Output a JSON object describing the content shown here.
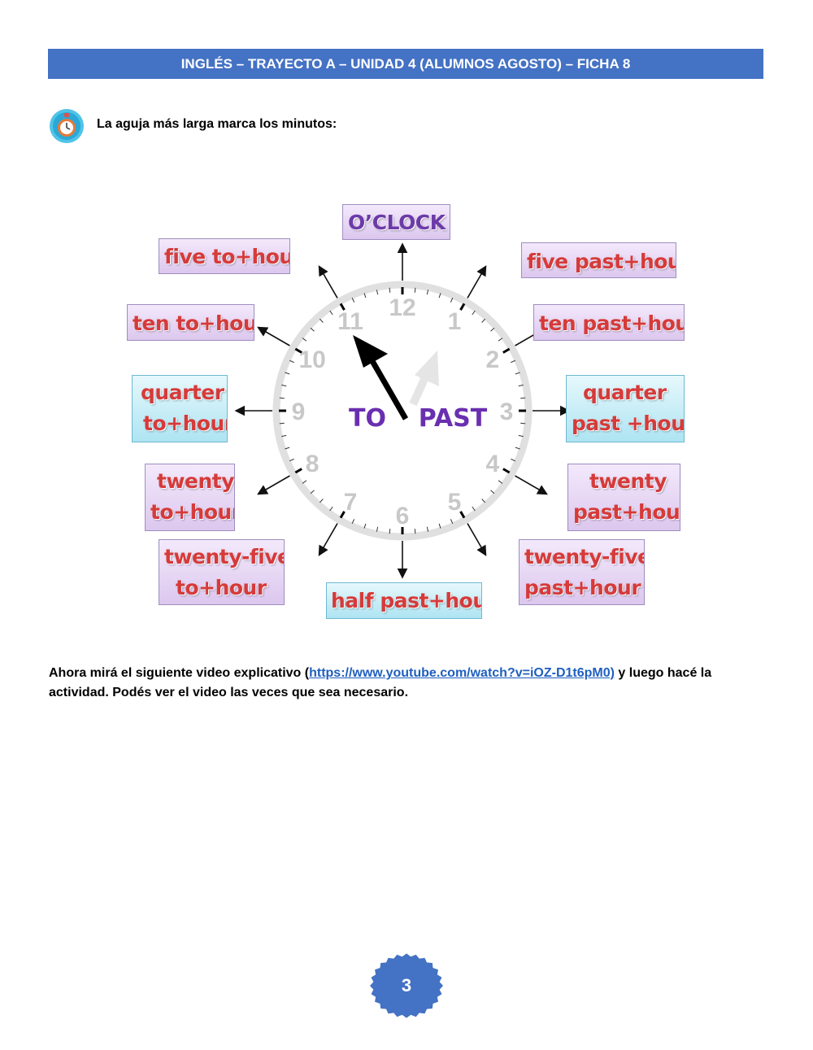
{
  "header": {
    "title": "INGLÉS – TRAYECTO A – UNIDAD 4 (ALUMNOS AGOSTO) – FICHA 8"
  },
  "intro": {
    "text": "La aguja más larga marca los minutos:",
    "icon": "stopwatch-icon"
  },
  "clock": {
    "numbers": [
      "12",
      "1",
      "2",
      "3",
      "4",
      "5",
      "6",
      "7",
      "8",
      "9",
      "10",
      "11"
    ],
    "to_label": "TO",
    "past_label": "PAST",
    "minute_hand_points_to": "11",
    "labels": {
      "oclock": "O’CLOCK",
      "five_past": "five past+hour",
      "ten_past": "ten past+hour",
      "quarter_past_1": "quarter",
      "quarter_past_2": "past +hour",
      "twenty_past_1": "twenty",
      "twenty_past_2": "past+hour",
      "twentyfive_past_1": "twenty-five",
      "twentyfive_past_2": "past+hour",
      "half_past": "half past+hour",
      "twentyfive_to_1": "twenty-five",
      "twentyfive_to_2": "to+hour",
      "twenty_to_1": "twenty",
      "twenty_to_2": "to+hour",
      "quarter_to_1": "quarter",
      "quarter_to_2": "to+hour",
      "ten_to": "ten to+hour",
      "five_to": "five to+hour"
    },
    "colors": {
      "label_text": "#d63a3a",
      "to_past_text": "#6a2fb0",
      "oclock_text": "#6c3aa8",
      "numbers": "#c8c8c8"
    }
  },
  "video": {
    "text_before": "Ahora mirá el siguiente video explicativo (",
    "link": "https://www.youtube.com/watch?v=iOZ-D1t6pM0)",
    "text_after": "  y luego hacé la actividad. Podés ver el video las veces que sea necesario."
  },
  "footer": {
    "page_number": "3",
    "badge_color": "#4472c4"
  }
}
